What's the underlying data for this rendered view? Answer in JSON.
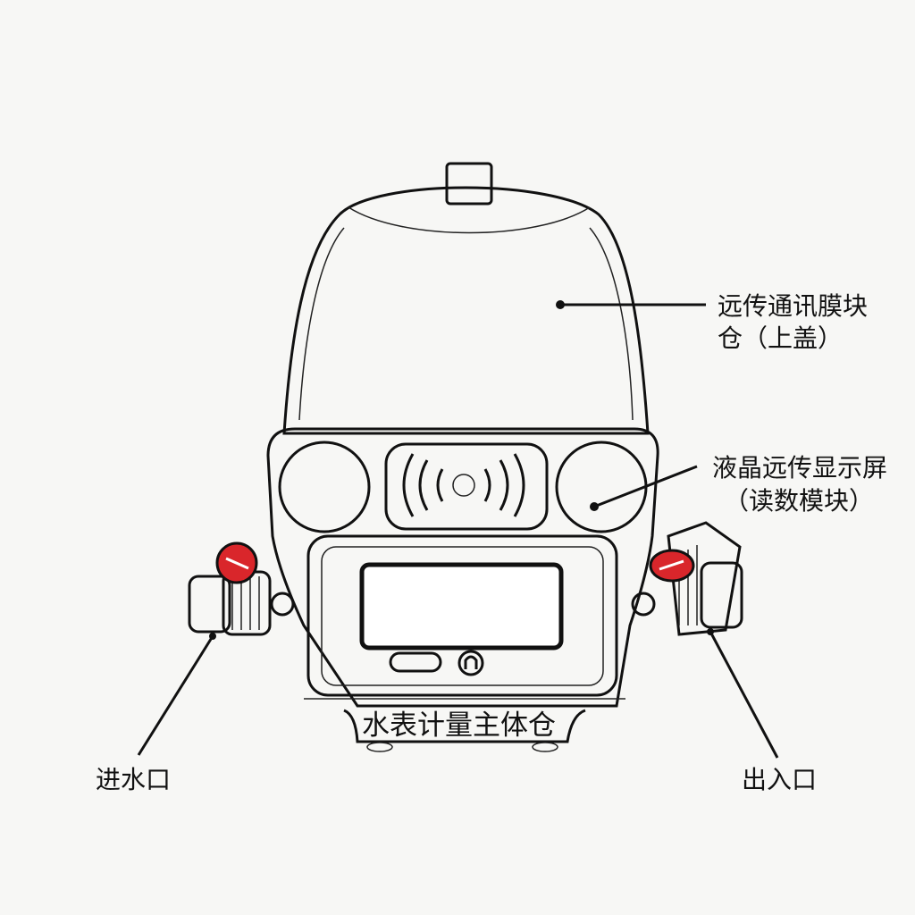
{
  "diagram": {
    "subject": "水表",
    "labels": {
      "top_cover": [
        "远传通讯膜块",
        "仓（上盖）"
      ],
      "display": [
        "液晶远传显示屏",
        "（读数模块）"
      ],
      "main_body": "水表计量主体仓",
      "inlet": "进水口",
      "outlet": "出入口"
    },
    "colors": {
      "outline": "#111111",
      "valve_knob": "#d9262b",
      "background": "#f7f7f5"
    }
  }
}
